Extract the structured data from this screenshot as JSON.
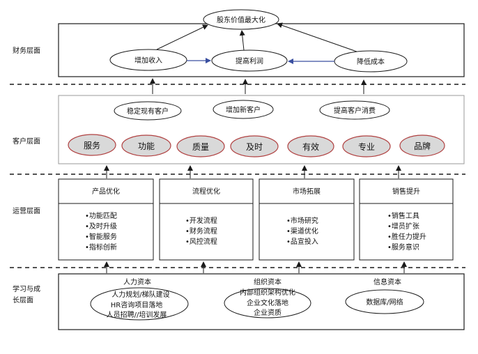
{
  "layers": {
    "finance": "财务层面",
    "customer": "客户层面",
    "operations": "运营层面",
    "learning": [
      "学习与成",
      "长层面"
    ]
  },
  "finance": {
    "top_goal": "股东价值最大化",
    "nodes": [
      "增加收入",
      "提高利润",
      "降低成本"
    ]
  },
  "customer": {
    "goals": [
      "稳定现有客户",
      "增加新客户",
      "提高客户消费"
    ],
    "attributes": [
      "服务",
      "功能",
      "质量",
      "及时",
      "有效",
      "专业",
      "品牌"
    ]
  },
  "operations": {
    "boxes": [
      {
        "title": "产品优化",
        "items": [
          "•功能匹配",
          "•及时升级",
          "•智能服务",
          "•指标创新"
        ]
      },
      {
        "title": "流程优化",
        "items": [
          "•开发流程",
          "•财务流程",
          "•风控流程"
        ]
      },
      {
        "title": "市场拓展",
        "items": [
          "•市场研究",
          "•渠道优化",
          "•品宣投入"
        ]
      },
      {
        "title": "销售提升",
        "items": [
          "•销售工具",
          "•增员扩张",
          "•胜任力提升",
          "•服务意识"
        ]
      }
    ]
  },
  "learning": {
    "capitals": [
      {
        "title": "人力资本",
        "items": [
          "人力规划/梯队建设",
          "HR咨询项目落地",
          "人员招聘//培训发展"
        ]
      },
      {
        "title": "组织资本",
        "items": [
          "内部组织架构优化",
          "企业文化落地",
          "企业资质"
        ]
      },
      {
        "title": "信息资本",
        "items": [
          "数据库/网络"
        ]
      }
    ]
  },
  "colors": {
    "line": "#1a1a1a",
    "panel_border": "#9a9a9a",
    "attr_fill": "#d9d9d9",
    "attr_stroke": "#b04040",
    "blue_arrow": "#3a4fa0"
  }
}
